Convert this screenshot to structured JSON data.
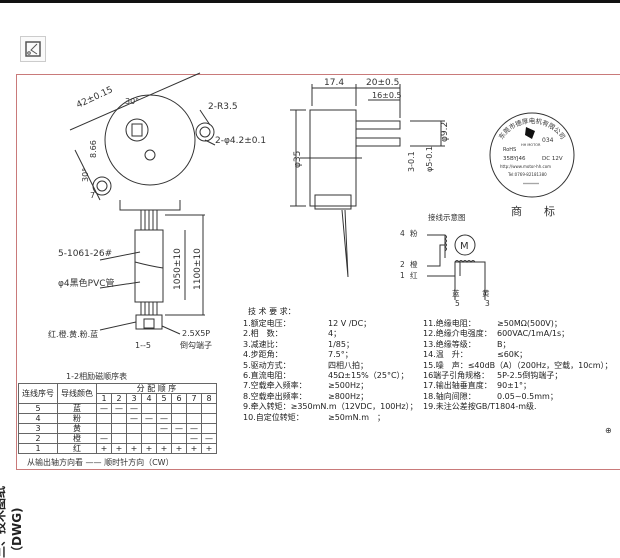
{
  "section_title": "三、技术图纸（DWG)",
  "front_view": {
    "dim_width": "42±0.15",
    "angle_top": "30°",
    "ear_radius": "2-R3.5",
    "hole": "2-φ4.2±0.1",
    "offset": "8.66",
    "angle_left": "30°",
    "dim_7": "7",
    "wire_spec": "5-1061-26#",
    "tube": "φ4黑色PVC管",
    "len_inner": "1050±10",
    "len_outer": "1100±10",
    "wire_colors": "红.橙.黄.粉.蓝",
    "connector": "2.5X5P",
    "connector_type": "倒勾端子",
    "pins": "1--5"
  },
  "side_view": {
    "body_len": "17.4",
    "shaft_len": "20±0.5",
    "flat_len": "16±0.5",
    "diameter": "φ35",
    "boss": "φ9.2",
    "flat": "3-0.1",
    "shaft_d": "φ5-0.1"
  },
  "label": {
    "company": "东莞市德厚电机有限公司",
    "brand": "HH MOTOR",
    "code": "034",
    "rohs": "RoHS",
    "model": "35BYJ46",
    "voltage": "DC 12V",
    "url": "http://www.motor-hh.com",
    "tel": "Tel:0769-82181380",
    "serial": "********",
    "caption": "商　　标"
  },
  "wiring": {
    "title": "接线示意图",
    "motor": "M",
    "leads": [
      {
        "num": "4",
        "color": "粉"
      },
      {
        "num": "2",
        "color": "橙"
      },
      {
        "num": "1",
        "color": "红"
      },
      {
        "num": "5",
        "color": "蓝"
      },
      {
        "num": "3",
        "color": "黄"
      }
    ]
  },
  "specs": {
    "title": "技 术 要 求：",
    "left": [
      [
        "1.额定电压：",
        "12 V /DC；"
      ],
      [
        "2.相　数：",
        "4；"
      ],
      [
        "3.减速比：",
        "1/85；"
      ],
      [
        "4.步距角：",
        "7.5°；"
      ],
      [
        "5.驱动方式：",
        "四相八拍；"
      ],
      [
        "6.直流电阻：",
        "45Ω±15%（25°C）；"
      ],
      [
        "7.空载牵入频率：",
        "≥500Hz；"
      ],
      [
        "8.空载牵出频率：",
        "≥800Hz；"
      ],
      [
        "9.牵入转矩：≥350mN.m（12VDC，100Hz）；",
        ""
      ],
      [
        "10.自定位转矩：",
        "≥50mN.m　；"
      ]
    ],
    "right": [
      [
        "11.绝缘电阻：",
        "≥50MΩ(500V)；"
      ],
      [
        "12.绝缘介电强度：",
        "600VAC/1mA/1s；"
      ],
      [
        "13.绝缘等级：",
        "B；"
      ],
      [
        "14.温　升：",
        "≤60K；"
      ],
      [
        "15.噪　声：≤40dB（A）（200Hz，空载，10cm）；",
        ""
      ],
      [
        "16端子引角规格：",
        "5P-2.5倒钩端子；"
      ],
      [
        "17.输出轴垂直度：",
        "90±1°；"
      ],
      [
        "18.轴向间隙：",
        "0.05~0.5mm；"
      ],
      [
        "19.未注公差按GB/T1804-m级.",
        ""
      ]
    ]
  },
  "sequence_table": {
    "title": "1-2相励磁顺序表",
    "col_seq": "连线序号",
    "col_color": "导线颜色",
    "col_dist": "分 配 顺 序",
    "steps": [
      "1",
      "2",
      "3",
      "4",
      "5",
      "6",
      "7",
      "8"
    ],
    "rows": [
      {
        "seq": "5",
        "color": "蓝",
        "cells": [
          "—",
          "—",
          "—",
          "",
          "",
          "",
          "",
          ""
        ]
      },
      {
        "seq": "4",
        "color": "粉",
        "cells": [
          "",
          "",
          "—",
          "—",
          "—",
          "",
          "",
          ""
        ]
      },
      {
        "seq": "3",
        "color": "黄",
        "cells": [
          "",
          "",
          "",
          "",
          "—",
          "—",
          "—",
          ""
        ]
      },
      {
        "seq": "2",
        "color": "橙",
        "cells": [
          "—",
          "",
          "",
          "",
          "",
          "",
          "—",
          "—"
        ]
      },
      {
        "seq": "1",
        "color": "红",
        "cells": [
          "+",
          "+",
          "+",
          "+",
          "+",
          "+",
          "+",
          "+"
        ]
      }
    ],
    "note": "从输出轴方向看 —— 顺时针方向（CW）"
  }
}
